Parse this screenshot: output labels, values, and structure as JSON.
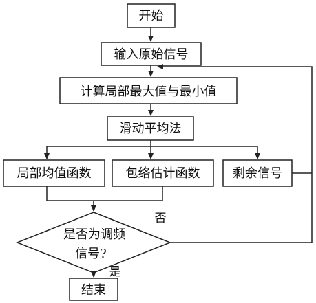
{
  "flowchart": {
    "start": "开始",
    "input_signal": "输入原始信号",
    "compute_extrema": "计算局部最大值与最小值",
    "moving_average": "滑动平均法",
    "local_mean": "局部均值函数",
    "envelope": "包络估计函数",
    "residual": "剩余信号",
    "decision_line1": "是否为调频",
    "decision_line2": "信号?",
    "no_label": "否",
    "yes_label": "是",
    "end": "结束"
  },
  "colors": {
    "stroke": "#222222",
    "text": "#111111",
    "background": "#ffffff"
  }
}
